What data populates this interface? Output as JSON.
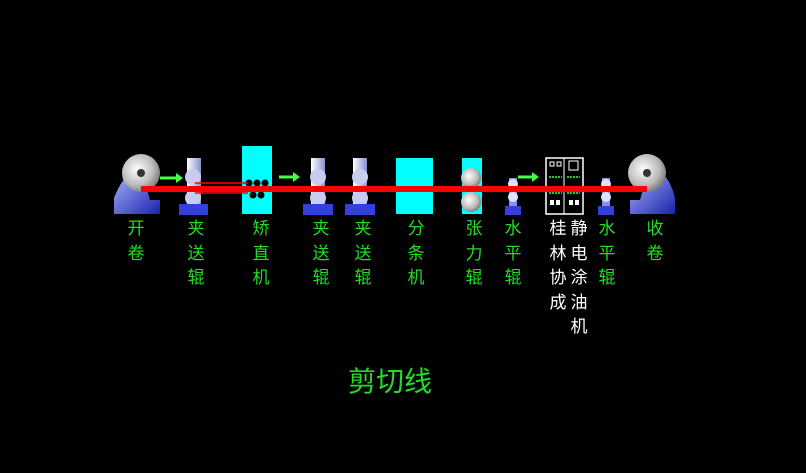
{
  "title": "剪切线",
  "colors": {
    "background": "#000000",
    "strip": "#ff0000",
    "label": "#22dd22",
    "label_white": "#ffffff",
    "cyan": "#00ffff",
    "blue": "#2233cc",
    "arrow": "#44ff44"
  },
  "stations": [
    {
      "id": "uncoiler",
      "label": "开卷",
      "icon": "coil-icon",
      "label_color": "label"
    },
    {
      "id": "pinch-roll-1",
      "label": "夹送辊",
      "icon": "pinch-roll-icon",
      "label_color": "label"
    },
    {
      "id": "leveler",
      "label": "矫直机",
      "icon": "leveler-icon",
      "label_color": "label"
    },
    {
      "id": "pinch-roll-2",
      "label": "夹送辊",
      "icon": "pinch-roll-icon",
      "label_color": "label"
    },
    {
      "id": "pinch-roll-3",
      "label": "夹送辊",
      "icon": "pinch-roll-icon",
      "label_color": "label"
    },
    {
      "id": "slitter",
      "label": "分条机",
      "icon": "slitter-icon",
      "label_color": "label"
    },
    {
      "id": "tension-roll",
      "label": "张力辊",
      "icon": "tension-roll-icon",
      "label_color": "label"
    },
    {
      "id": "level-roll-1",
      "label": "水平辊",
      "icon": "level-roll-icon",
      "label_color": "label"
    },
    {
      "id": "oiler-maker",
      "label": "桂林协成",
      "icon": "oiler-cabinet-icon",
      "label_color": "label_white"
    },
    {
      "id": "oiler",
      "label": "静电涂油机",
      "icon": "oiler-cabinet-icon",
      "label_color": "label_white"
    },
    {
      "id": "level-roll-2",
      "label": "水平辊",
      "icon": "level-roll-icon",
      "label_color": "label"
    },
    {
      "id": "recoiler",
      "label": "收卷",
      "icon": "coil-icon",
      "label_color": "label"
    }
  ]
}
